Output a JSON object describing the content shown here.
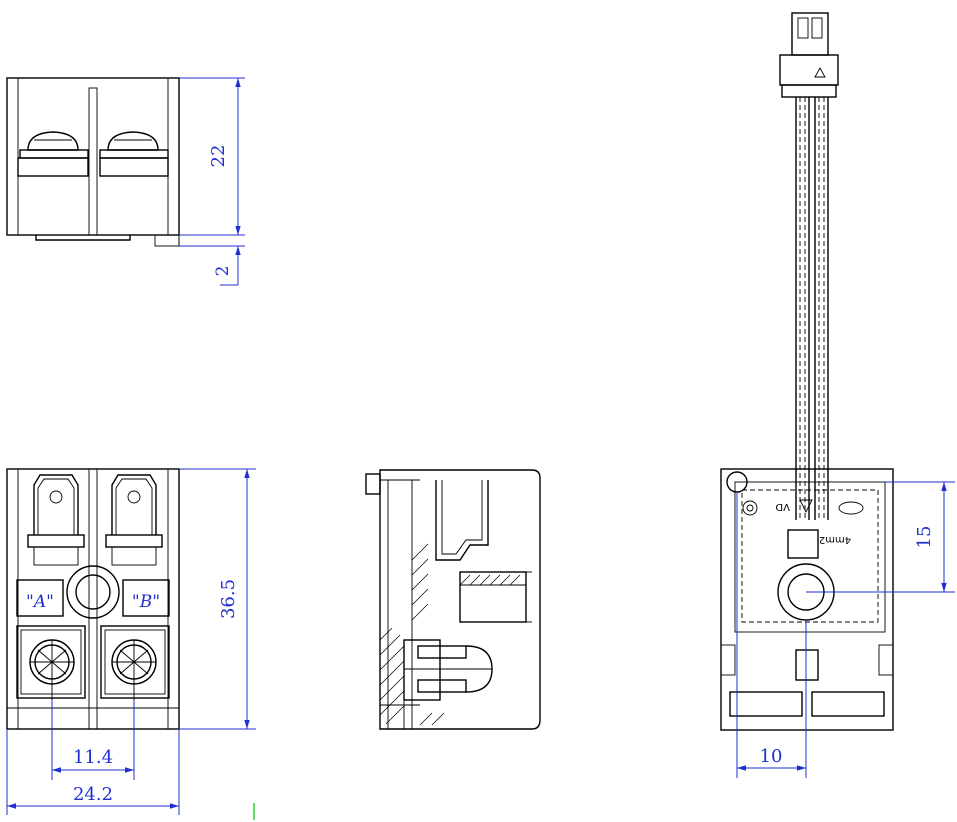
{
  "dimensions": {
    "top_height": "22",
    "top_offset": "2",
    "front_height": "36.5",
    "screw_pitch": "11.4",
    "front_width": "24.2",
    "rear_offset": "15",
    "rear_width": "10"
  },
  "terminal_labels": {
    "a": "\"A\"",
    "b": "\"B\""
  },
  "rear_markings": {
    "rating": "4mm2"
  },
  "colors": {
    "outline": "#000000",
    "dimension": "#1f2fd0",
    "background": "#ffffff"
  }
}
